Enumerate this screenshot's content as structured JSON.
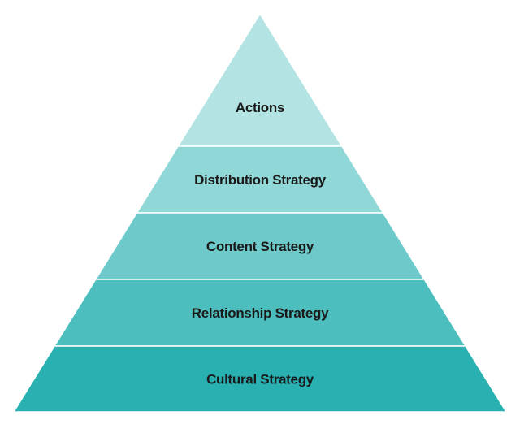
{
  "diagram": {
    "type": "pyramid",
    "levels": [
      {
        "label": "Actions",
        "color": "#b3e3e3"
      },
      {
        "label": "Distribution Strategy",
        "color": "#90d7d7"
      },
      {
        "label": "Content Strategy",
        "color": "#6ecaca"
      },
      {
        "label": "Relationship Strategy",
        "color": "#4dbebe"
      },
      {
        "label": "Cultural Strategy",
        "color": "#29b1b2"
      }
    ]
  }
}
